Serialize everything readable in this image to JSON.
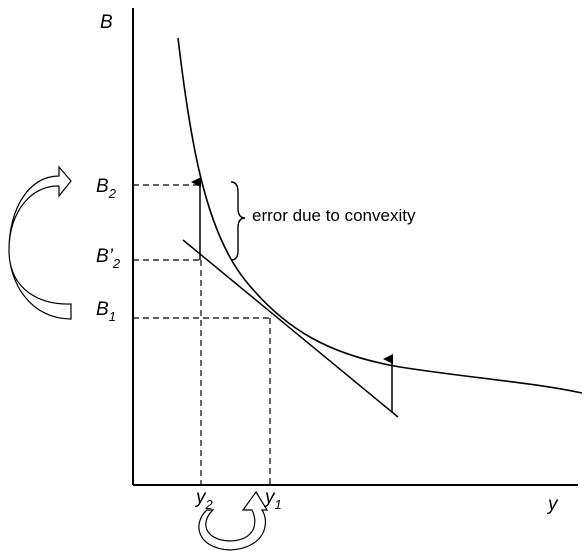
{
  "axes": {
    "y_axis_label": "B",
    "x_axis_label": "y"
  },
  "y_ticks": [
    {
      "base": "B",
      "prime": "",
      "sub": "2"
    },
    {
      "base": "B",
      "prime": "’",
      "sub": "2"
    },
    {
      "base": "B",
      "prime": "",
      "sub": "1"
    }
  ],
  "x_ticks": [
    {
      "base": "y",
      "sub": "2"
    },
    {
      "base": "y",
      "sub": "1"
    }
  ],
  "annotation": {
    "text": "error due to convexity"
  }
}
